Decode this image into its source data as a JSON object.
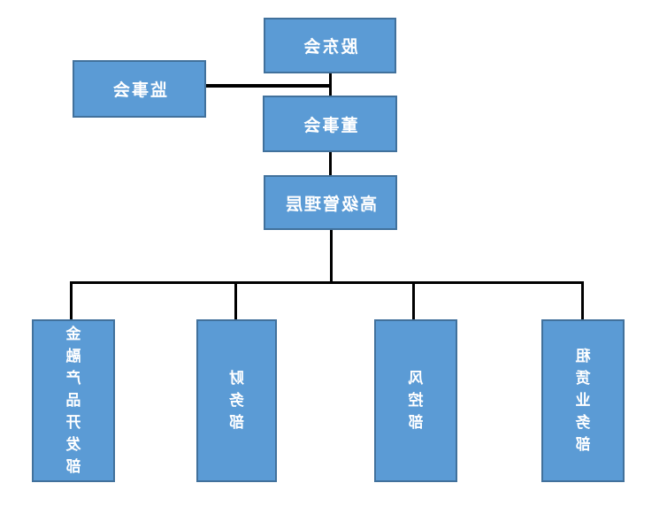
{
  "colors": {
    "background": "#ffffff",
    "node_fill": "#5b9bd5",
    "node_border": "#41719c",
    "node_text": "#ffffff",
    "connector": "#000000"
  },
  "orgchart": {
    "shareholders_meeting": {
      "label": "股东会"
    },
    "supervisory_board": {
      "label": "监事会"
    },
    "board_of_directors": {
      "label": "董事会"
    },
    "senior_management": {
      "label": "高级管理层"
    },
    "departments": [
      {
        "label": "租赁业务部"
      },
      {
        "label": "风控部"
      },
      {
        "label": "财务部"
      },
      {
        "label": "金融产品开发部"
      }
    ]
  }
}
